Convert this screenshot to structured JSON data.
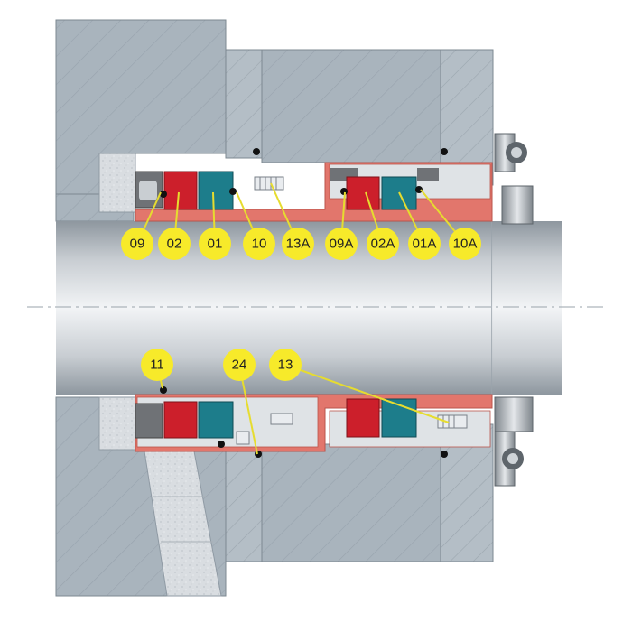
{
  "colors": {
    "background": "#ffffff",
    "housing": "#a9b4bd",
    "housing_dark": "#8f9aa4",
    "gland": "#b2bcc4",
    "shaft_mid": "#e8ebee",
    "shaft_edge": "#8e979f",
    "sleeve": "#e2766c",
    "seal_face_red": "#cc1f2b",
    "seal_face_teal": "#1d7d8b",
    "foam": "#d7dbdf",
    "metal_insert": "#6f7276",
    "callout_fill": "#f7ea2a",
    "leader_line": "#e6dc2f",
    "centerline": "#9aa3ab"
  },
  "callouts": [
    {
      "id": "09",
      "label": "09"
    },
    {
      "id": "02",
      "label": "02"
    },
    {
      "id": "01",
      "label": "01"
    },
    {
      "id": "10",
      "label": "10"
    },
    {
      "id": "13A",
      "label": "13A"
    },
    {
      "id": "09A",
      "label": "09A"
    },
    {
      "id": "02A",
      "label": "02A"
    },
    {
      "id": "01A",
      "label": "01A"
    },
    {
      "id": "10A",
      "label": "10A"
    },
    {
      "id": "11",
      "label": "11"
    },
    {
      "id": "24",
      "label": "24"
    },
    {
      "id": "13",
      "label": "13"
    }
  ]
}
